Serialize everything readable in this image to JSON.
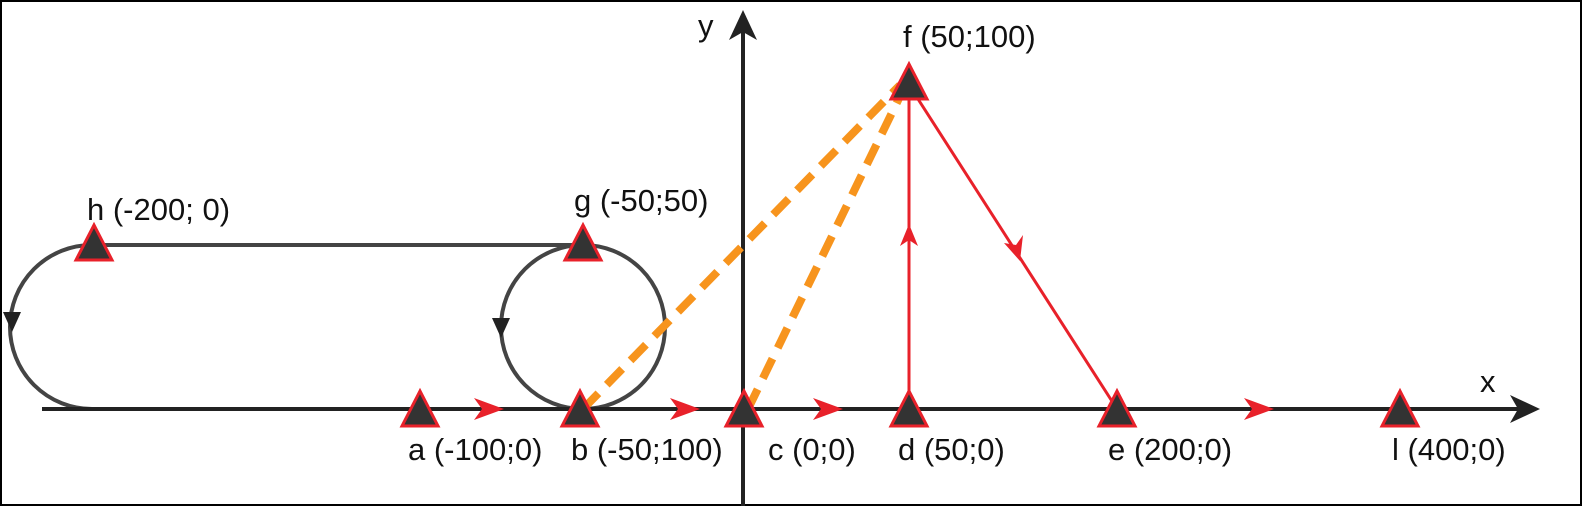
{
  "axes": {
    "x_label": "x",
    "y_label": "y"
  },
  "points": [
    {
      "id": "a",
      "label": "a (-100;0)"
    },
    {
      "id": "b",
      "label": "b (-50;100)"
    },
    {
      "id": "c",
      "label": "c (0;0)"
    },
    {
      "id": "d",
      "label": "d (50;0)"
    },
    {
      "id": "e",
      "label": "e (200;0)"
    },
    {
      "id": "l",
      "label": "l (400;0)"
    },
    {
      "id": "f",
      "label": "f (50;100)"
    },
    {
      "id": "g",
      "label": "g (-50;50)"
    },
    {
      "id": "h",
      "label": "h (-200; 0)"
    }
  ],
  "colors": {
    "axis": "#222222",
    "loop": "#444444",
    "path": "#e8212a",
    "dashed": "#f7941d",
    "marker_fill": "#333333",
    "marker_stroke": "#e8212a"
  }
}
